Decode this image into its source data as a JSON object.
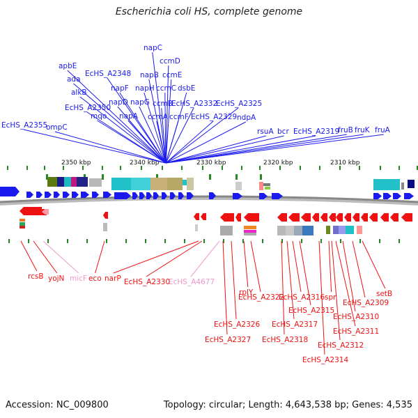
{
  "title": "Escherichia coli HS, complete genome",
  "accession": "Accession: NC_009800",
  "summary": "Topology: circular; Length: 4,643,538 bp; Genes: 4,535",
  "colors": {
    "forward_gene": "#1a1aee",
    "reverse_gene": "#ee1111",
    "faded_label": "#ee99cc",
    "backbone": "#888888",
    "tick": "#228822"
  },
  "scale_ticks": [
    "2350 kbp",
    "2340 kbp",
    "2330 kbp",
    "2320 kbp",
    "2310 kbp"
  ],
  "top_labels": [
    "EcHS_A2355",
    "ompC",
    "apbE",
    "ada",
    "alkB",
    "EcHS_A2350",
    "mqo",
    "EcHS_A2348",
    "napF",
    "napD",
    "napA",
    "napG",
    "napH",
    "napB",
    "napC",
    "ccmA",
    "ccmB",
    "ccmC",
    "ccmD",
    "ccmE",
    "ccmF",
    "dsbE",
    "EcHS_A2332",
    "EcHS_A2329",
    "EcHS_A2325",
    "ndpA",
    "rsuA",
    "bcr",
    "EcHS_A2319",
    "fruB",
    "fruK",
    "fruA"
  ],
  "bottom_labels": [
    "rcsB",
    "yojN",
    "micF",
    "eco",
    "narP",
    "EcHS_A2330",
    "EcHS_A4677",
    "EcHS_A2327",
    "EcHS_A2326",
    "rplY",
    "EcHS_A2322",
    "EcHS_A2318",
    "EcHS_A2317",
    "EcHS_A2316",
    "EcHS_A2315",
    "spr",
    "EcHS_A2314",
    "EcHS_A2312",
    "EcHS_A2311",
    "EcHS_A2310",
    "EcHS_A2309",
    "setB"
  ]
}
